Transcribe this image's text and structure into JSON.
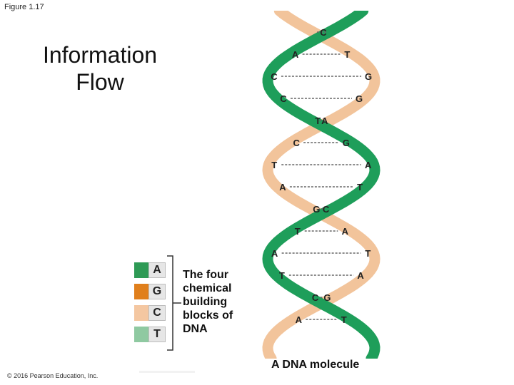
{
  "figure_label": "Figure 1.17",
  "title": [
    "Information",
    "Flow"
  ],
  "legend": {
    "items": [
      {
        "letter": "A",
        "color": "#2e9a55"
      },
      {
        "letter": "G",
        "color": "#e07f1c"
      },
      {
        "letter": "C",
        "color": "#f4c7a1"
      },
      {
        "letter": "T",
        "color": "#8fc9a1"
      }
    ],
    "description": "The four chemical building blocks of DNA"
  },
  "colors": {
    "strand_dark": "#1e9e5a",
    "strand_light": "#f2c49b",
    "pair_line": "#666666"
  },
  "helix": {
    "rungs": [
      {
        "left": "",
        "right": "C"
      },
      {
        "left": "A",
        "right": "T"
      },
      {
        "left": "C",
        "right": "G"
      },
      {
        "left": "C",
        "right": "G"
      },
      {
        "left": "T",
        "right": "A"
      },
      {
        "left": "C",
        "right": "G"
      },
      {
        "left": "T",
        "right": "A"
      },
      {
        "left": "A",
        "right": "T"
      },
      {
        "left": "G",
        "right": "C"
      },
      {
        "left": "T",
        "right": "A"
      },
      {
        "left": "A",
        "right": "T"
      },
      {
        "left": "T",
        "right": "A"
      },
      {
        "left": "C",
        "right": "G"
      },
      {
        "left": "A",
        "right": "T"
      }
    ]
  },
  "caption": "A DNA molecule",
  "copyright": "© 2016 Pearson Education, Inc."
}
